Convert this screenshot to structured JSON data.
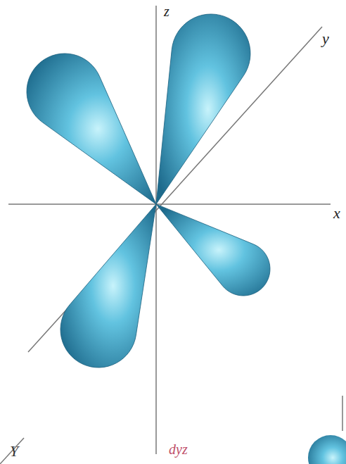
{
  "diagram": {
    "labels": [
      "z",
      "y",
      "x",
      "dyz",
      "Y"
    ]
  }
}
